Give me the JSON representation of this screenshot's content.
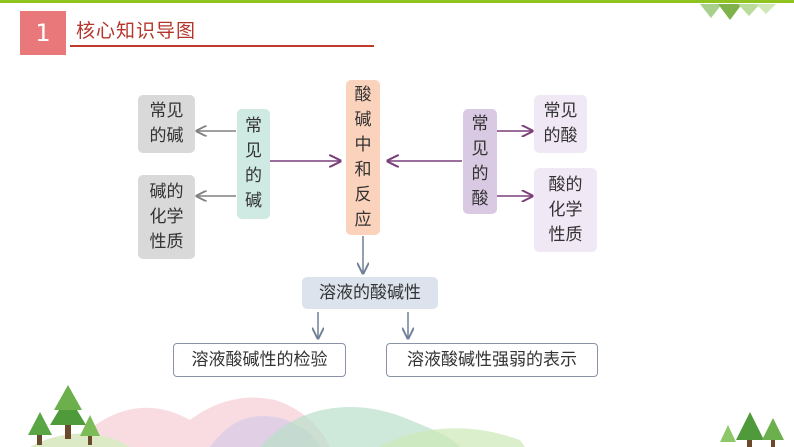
{
  "header": {
    "number": "1",
    "title": "核心知识导图"
  },
  "left": {
    "center_label": [
      "常",
      "见",
      "的",
      "碱"
    ],
    "out1": [
      "常见",
      "的碱"
    ],
    "out2": [
      "碱的",
      "化学",
      "性质"
    ]
  },
  "center": {
    "label": [
      "酸",
      "碱",
      "中",
      "和",
      "反",
      "应"
    ]
  },
  "right": {
    "center_label": [
      "常",
      "见",
      "的",
      "酸"
    ],
    "out1": [
      "常见",
      "的酸"
    ],
    "out2": [
      "酸的",
      "化学",
      "性质"
    ]
  },
  "bottom": {
    "mid": "溶液的酸碱性",
    "left": "溶液酸碱性的检验",
    "right": "溶液酸碱性强弱的表示"
  },
  "colors": {
    "accent_red": "#e8787a",
    "title_red": "#b5352b",
    "green": "#8fc31f",
    "arrow_purple": "#7b3f7a",
    "arrow_gray": "#808080",
    "arrow_blue": "#6f7f99"
  }
}
